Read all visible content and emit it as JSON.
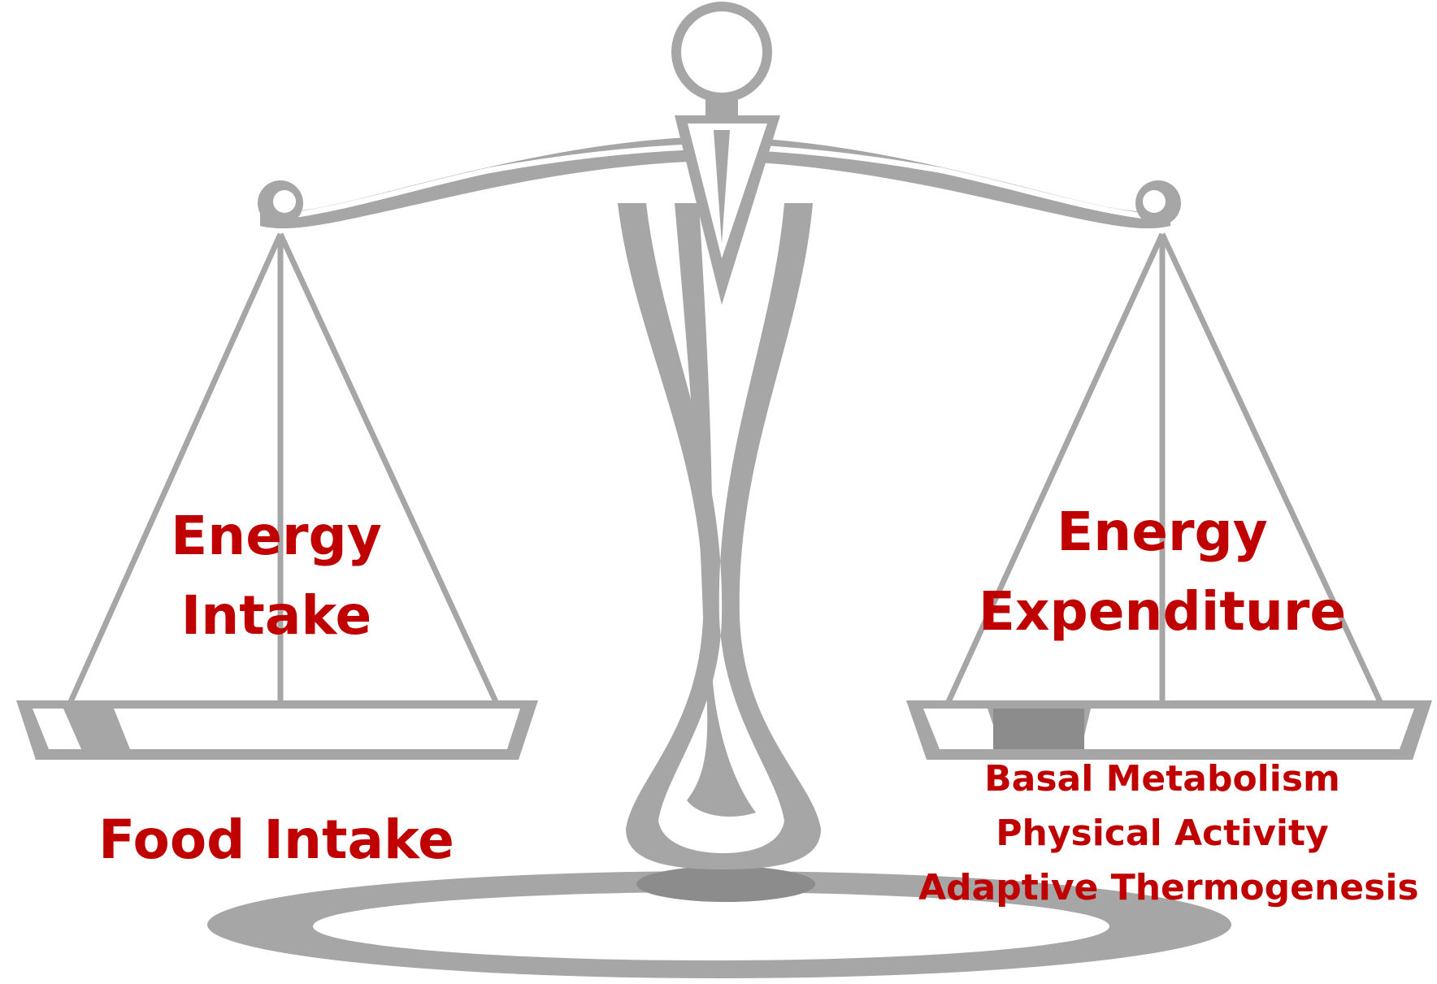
{
  "left_pan": {
    "heading_line1": "Energy",
    "heading_line2": "Intake",
    "items": [
      "Food Intake"
    ]
  },
  "right_pan": {
    "heading_line1": "Energy",
    "heading_line2": "Expenditure",
    "items": [
      "Basal Metabolism",
      "Physical Activity",
      "Adaptive Thermogenesis"
    ]
  },
  "colors": {
    "text": "#c00000",
    "scale": "#a6a6a6",
    "scale_dark": "#8c8c8c",
    "background": "#ffffff"
  }
}
